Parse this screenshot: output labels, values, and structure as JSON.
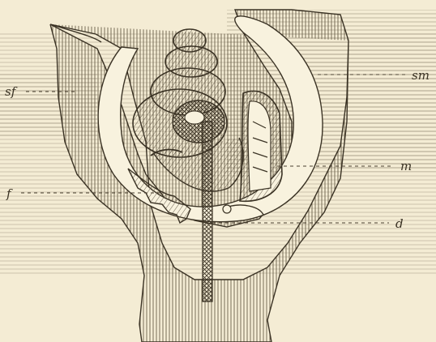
{
  "figure": {
    "colors": {
      "paper": "#f4ecd4",
      "ink": "#3a3224",
      "hatch": "#6b604a"
    },
    "labels": [
      {
        "key": "sf",
        "text": "sf"
      },
      {
        "key": "sm",
        "text": "sm"
      },
      {
        "key": "m",
        "text": "m"
      },
      {
        "key": "f",
        "text": "f"
      },
      {
        "key": "d",
        "text": "d"
      }
    ]
  }
}
